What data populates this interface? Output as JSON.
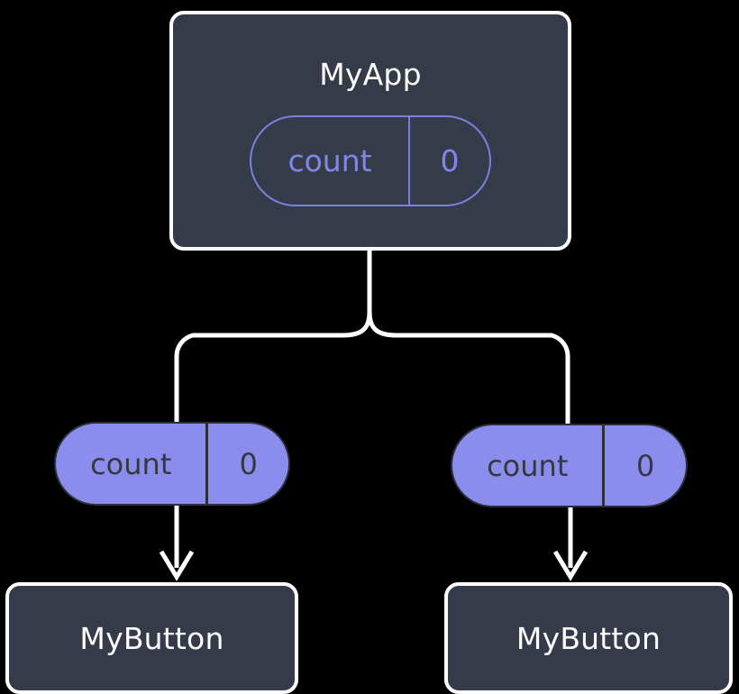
{
  "diagram": {
    "type": "component-state-propagation-tree",
    "background_color": "#000000",
    "nodes": {
      "root": {
        "title": "MyApp",
        "state": {
          "key": "count",
          "value": "0"
        }
      },
      "children": [
        {
          "title": "MyButton",
          "state": {
            "key": "count",
            "value": "0"
          }
        },
        {
          "title": "MyButton",
          "state": {
            "key": "count",
            "value": "0"
          }
        }
      ]
    },
    "colors": {
      "node_fill": "#353b48",
      "node_border": "#ffffff",
      "node_text": "#ffffff",
      "pill_outline": "#7b7fe0",
      "pill_outline_text": "#8187ea",
      "pill_fill": "#8b8ded",
      "pill_fill_text": "#333842",
      "connector": "#ffffff"
    }
  }
}
